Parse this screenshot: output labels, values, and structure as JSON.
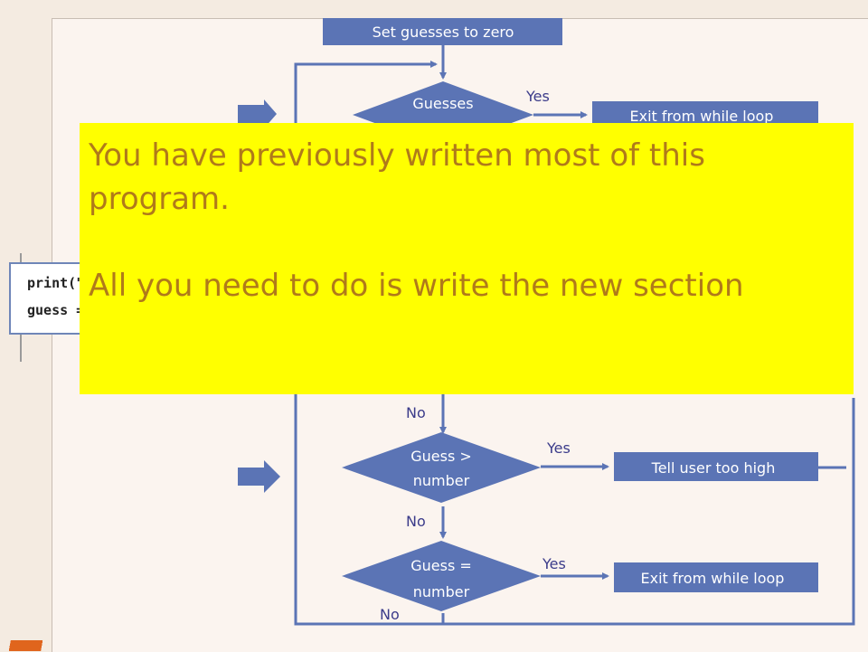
{
  "nodes": {
    "set_guesses": "Set guesses to zero",
    "guesses_check_line1": "Guesses",
    "exit_loop_top": "Exit from while loop",
    "guess_gt_line1": "Guess  >",
    "guess_gt_line2": "number",
    "tell_too_high": "Tell user too high",
    "guess_eq_line1": "Guess  =",
    "guess_eq_line2": "number",
    "exit_loop_bottom": "Exit from while loop"
  },
  "edge_labels": {
    "yes_top": "Yes",
    "no_mid": "No",
    "yes_gt": "Yes",
    "no_gt": "No",
    "yes_eq": "Yes",
    "no_eq": "No"
  },
  "callout": {
    "line1": "You have previously written most of this program.",
    "line2": "All you need to do is write the new section"
  },
  "code_snippet": {
    "line1": "print(\"",
    "line2": "guess ="
  },
  "colors": {
    "shape_fill": "#5b74b5",
    "callout_bg": "#ffff00",
    "callout_text": "#b07a1a",
    "accent": "#e0651d"
  }
}
